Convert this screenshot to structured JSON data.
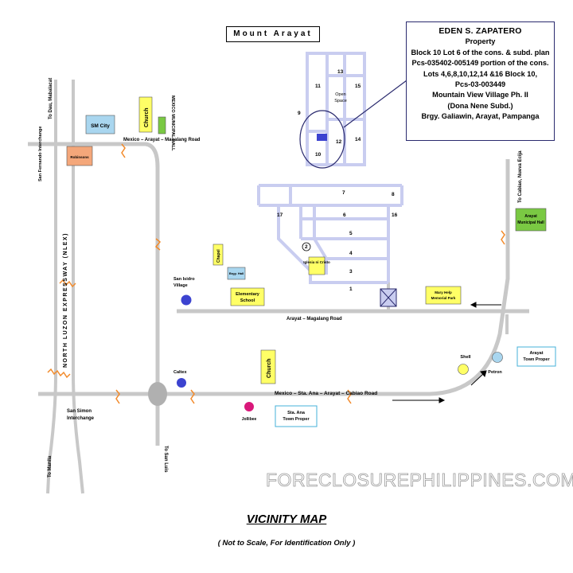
{
  "title": "VICINITY MAP",
  "subtitle": "( Not to Scale, For Identification Only )",
  "watermark": "FORECLOSUREPHILIPPINES.COM",
  "mount_label": "Mount Arayat",
  "info": {
    "owner": "EDEN S. ZAPATERO",
    "line1": "Property",
    "line2": "Block 10 Lot 6 of the cons. & subd. plan",
    "line3": "Pcs-035402-005149 portion of the cons.",
    "line4": "Lots 4,6,8,10,12,14 &16 Block 10,",
    "line5": "Pcs-03-003449",
    "line6": "Mountain View Village Ph. II",
    "line7": "(Dona Nene Subd.)",
    "line8": "Brgy. Galiawin, Arayat, Pampanga"
  },
  "roads": {
    "mexico_arayat_magalang": "Mexico – Arayat – Magalang Road",
    "arayat_magalang": "Arayat – Magalang Road",
    "mexico_sta_ana": "Mexico – Sta. Ana – Arayat – Cabiao Road",
    "nlex": "NORTH LUZON EXPRESSWAY (NLEX)",
    "to_dau": "To Dau, Mabalacat",
    "to_manila": "To Manila",
    "to_san_luis": "To San Luis",
    "to_cabiao": "To Cabiao, Nueva Ecija",
    "san_fernando": "San Fernando Interchange",
    "san_simon": "San Simon Interchange"
  },
  "landmarks": {
    "sm_city": "SM City",
    "robinsons": "Robinsons",
    "church": "Church",
    "municipal_hall": "MEXICO MUNICIPAL HALL",
    "chapel": "Chapel",
    "brgy_hall": "Brgy. Hall",
    "elementary": "Elementary School",
    "san_isidro": "San Isidro Village",
    "caltex": "Caltex",
    "jollibee": "Jollibee",
    "sta_ana": "Sta. Ana Town Proper",
    "shell": "Shell",
    "petron": "Petron",
    "arayat_town": "Arayat Town Proper",
    "mary_help": "Mary Help Memorial Park",
    "arayat_hall": "Arayat Municipal Hall",
    "open_space": "Open Space",
    "iglesia": "Iglesia ni Cristo"
  },
  "blocks": [
    "13",
    "11",
    "15",
    "9",
    "12",
    "14",
    "10",
    "7",
    "8",
    "17",
    "6",
    "16",
    "5",
    "4",
    "2",
    "3",
    "1"
  ],
  "colors": {
    "road": "#c8c8c8",
    "subdivision": "#c9cdf0",
    "sm_city": "#a9d6ef",
    "robinsons": "#f4a77a",
    "yellow": "#ffff66",
    "green": "#7ac943",
    "property": "#3c43d0",
    "break_mark": "#f28a2a"
  }
}
